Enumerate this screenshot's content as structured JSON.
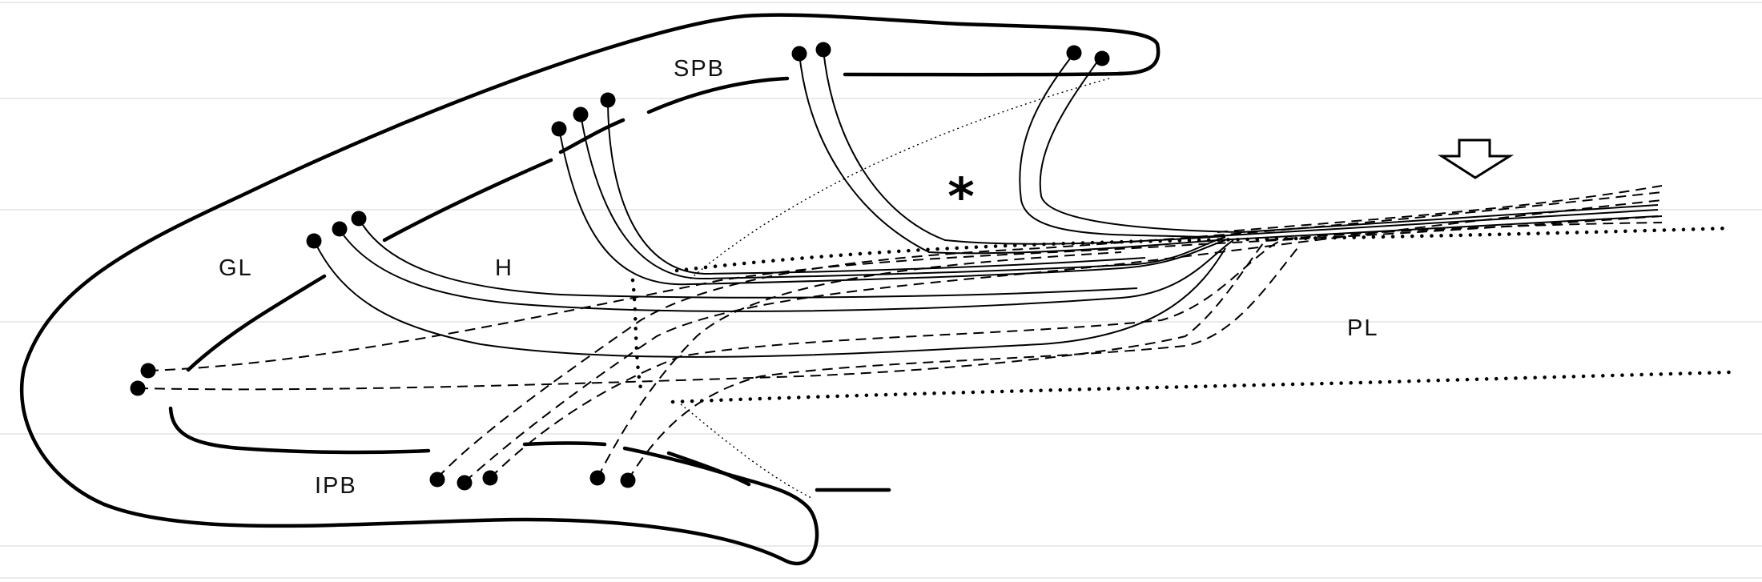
{
  "labels": {
    "spb": "SPB",
    "gl": "GL",
    "h": "H",
    "pl": "PL",
    "ipb": "IPB",
    "asterisk": "*"
  },
  "icons": {
    "arrow": "down-arrow-outline-icon",
    "neuron": "filled-circle-cell-body"
  }
}
